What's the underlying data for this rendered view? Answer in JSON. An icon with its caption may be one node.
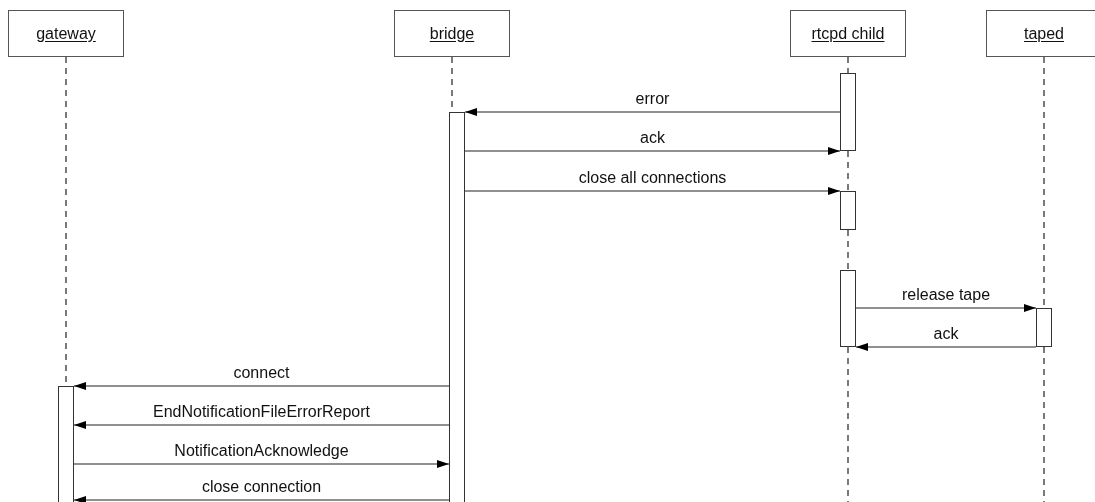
{
  "diagram": {
    "nodes": [
      {
        "text": [
          "gateway"
        ]
      },
      {
        "text": [
          "bridge"
        ]
      },
      {
        "text": [
          "rtcpd child"
        ]
      },
      {
        "text": [
          "taped"
        ]
      },
      {
        "text": [],
        "shape": "bar"
      },
      {
        "text": [],
        "shape": "bar"
      },
      {
        "text": [],
        "shape": "bar"
      },
      {
        "text": [],
        "shape": "bar"
      },
      {
        "text": [],
        "shape": "bar"
      },
      {
        "text": [],
        "shape": "bar"
      }
    ],
    "edges": [
      {
        "from": 4,
        "to": 5,
        "arrow": "to",
        "label": "error"
      },
      {
        "from": 5,
        "to": 4,
        "arrow": "to",
        "label": "ack"
      },
      {
        "from": 5,
        "to": 6,
        "arrow": "to",
        "label": "close all connections"
      },
      {
        "from": 7,
        "to": 8,
        "arrow": "to",
        "label": "release tape"
      },
      {
        "from": 8,
        "to": 7,
        "arrow": "to",
        "label": "ack"
      },
      {
        "from": 5,
        "to": 9,
        "arrow": "to",
        "label": "connect"
      },
      {
        "from": 5,
        "to": 9,
        "arrow": "to",
        "label": "EndNotificationFileErrorReport"
      },
      {
        "from": 9,
        "to": 5,
        "arrow": "to",
        "label": "NotificationAcknowledge"
      },
      {
        "from": 5,
        "to": 9,
        "arrow": "to",
        "label": "close connection"
      },
      {
        "from": 0,
        "to": 9,
        "arrow": "none",
        "style": "dashed"
      },
      {
        "from": 1,
        "to": 5,
        "arrow": "none",
        "style": "dashed"
      },
      {
        "from": 2,
        "to": 4,
        "arrow": "none",
        "style": "dashed"
      },
      {
        "from": 4,
        "to": 6,
        "arrow": "none",
        "style": "dashed"
      },
      {
        "from": 6,
        "to": 7,
        "arrow": "none",
        "style": "dashed"
      },
      {
        "from": 7,
        "to": null,
        "arrow": "none",
        "style": "dashed"
      },
      {
        "from": 3,
        "to": 8,
        "arrow": "none",
        "style": "dashed"
      },
      {
        "from": 8,
        "to": null,
        "arrow": "none",
        "style": "dashed"
      }
    ]
  }
}
